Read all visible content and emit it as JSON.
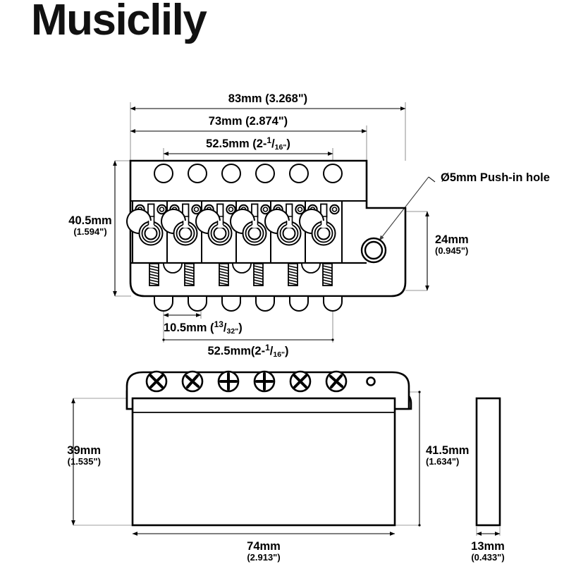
{
  "brand": {
    "name": "Musiclily"
  },
  "document": {
    "title": "Musiclily Tremolo Bridge Dimension Drawing",
    "type": "technical-dimension-drawing",
    "line_color": "#000000",
    "background_color": "#ffffff"
  },
  "top_view": {
    "label": "top-view",
    "string_hole_count": 6,
    "saddle_count": 6,
    "saddle_tab_count": 6,
    "dimensions": {
      "overall_width": {
        "mm": "83mm",
        "inch": "(3.268\")",
        "text": "83mm (3.268\")"
      },
      "plate_width": {
        "mm": "73mm",
        "inch": "(2.874\")",
        "text": "73mm (2.874\")"
      },
      "string_spread_top": {
        "mm": "52.5mm",
        "inch_whole": "2-",
        "inch_num": "1",
        "inch_den": "16\"",
        "text": "52.5mm (2-1/16\")"
      },
      "height": {
        "mm": "40.5mm",
        "inch": "(1.594\")"
      },
      "push_in_hole_offset": {
        "mm": "24mm",
        "inch": "(0.945\")"
      },
      "string_spacing": {
        "mm": "10.5mm",
        "inch_num": "13",
        "inch_den": "32\"",
        "text": "10.5mm (13/32\")"
      },
      "string_spread_bottom": {
        "mm": "52.5mm",
        "inch_whole": "2-",
        "inch_num": "1",
        "inch_den": "16\"",
        "text": "52.5mm (2-1/16\")"
      }
    },
    "callouts": {
      "push_in_hole": "Ø5mm Push-in hole"
    }
  },
  "front_view": {
    "label": "front-view",
    "screw_count": 6,
    "screw_types": [
      "x-cross",
      "x-cross",
      "plus-cross",
      "plus-cross",
      "x-cross",
      "x-cross"
    ],
    "small_hole_count": 1,
    "dimensions": {
      "block_height": {
        "mm": "39mm",
        "inch": "(1.535\")"
      },
      "overall_height": {
        "mm": "41.5mm",
        "inch": "(1.634\")"
      },
      "width": {
        "mm": "74mm",
        "inch": "(2.913\")"
      }
    }
  },
  "side_view": {
    "label": "side-view",
    "dimensions": {
      "thickness": {
        "mm": "13mm",
        "inch": "(0.433\")"
      }
    }
  }
}
